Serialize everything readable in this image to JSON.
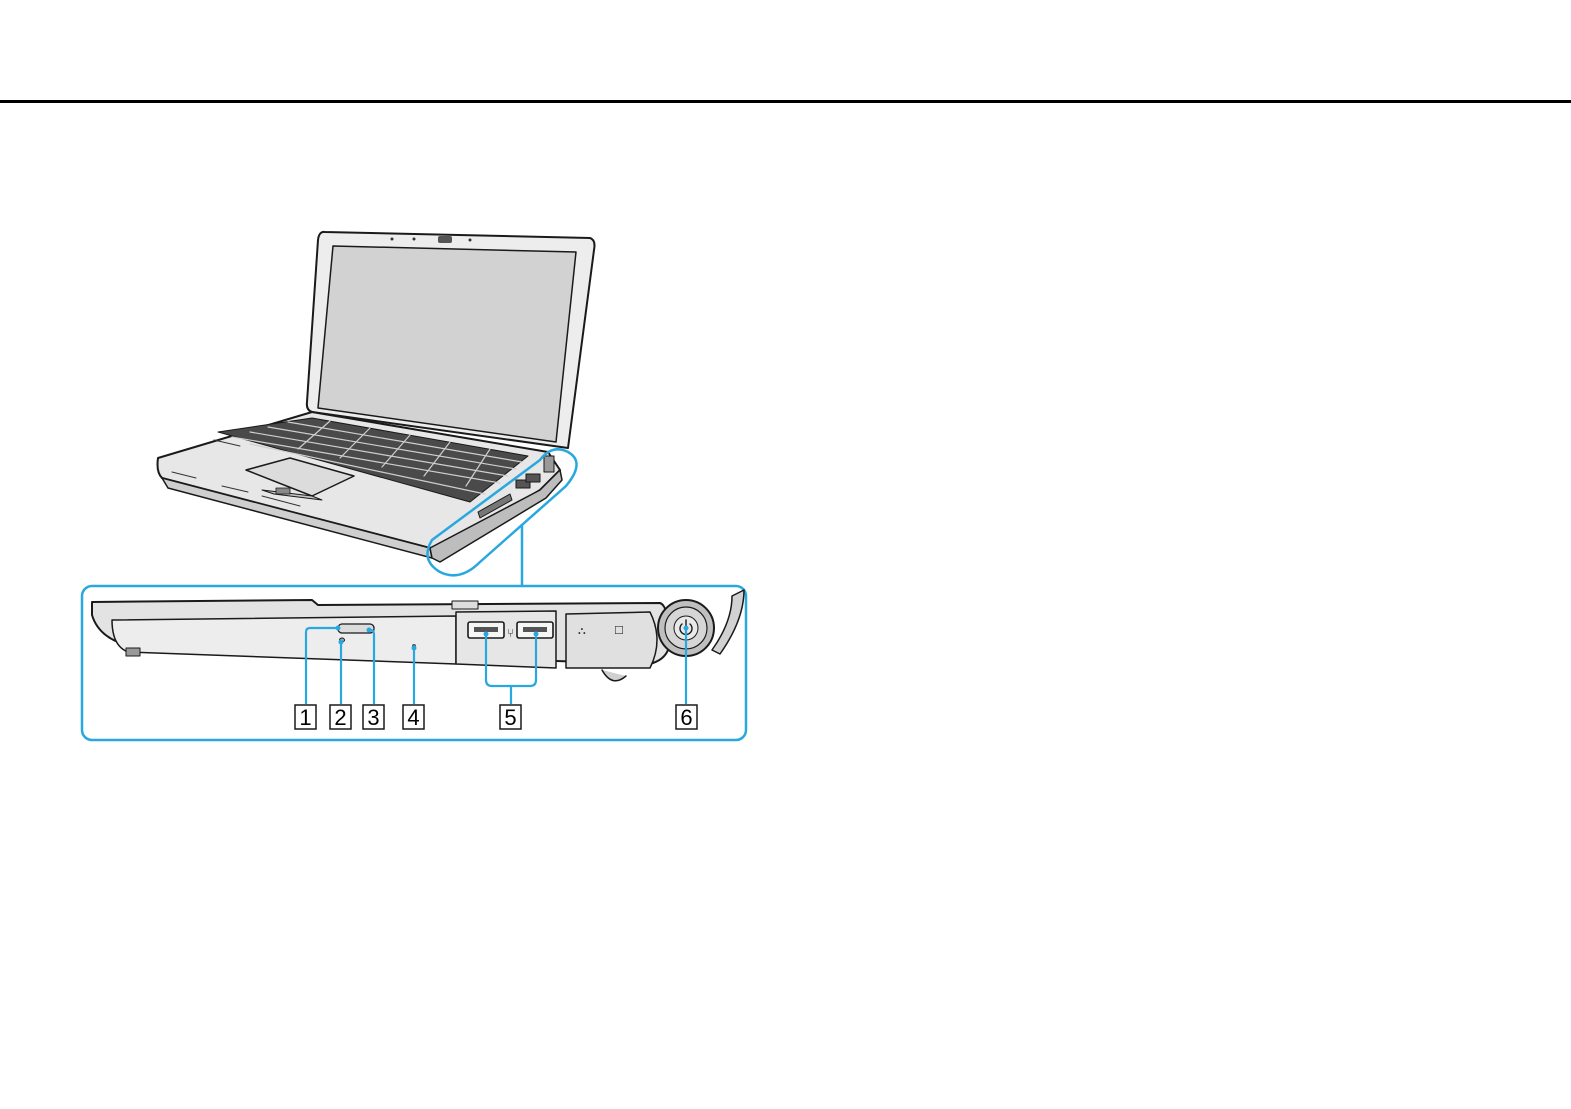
{
  "figure": {
    "callouts": [
      {
        "number": "1"
      },
      {
        "number": "2"
      },
      {
        "number": "3"
      },
      {
        "number": "4"
      },
      {
        "number": "5"
      },
      {
        "number": "6"
      }
    ]
  },
  "colors": {
    "callout": "#29a8e0",
    "outline": "#1a1a1a",
    "screen": "#d2d2d2",
    "body": "#e9e9e9",
    "rule": "#000000"
  }
}
